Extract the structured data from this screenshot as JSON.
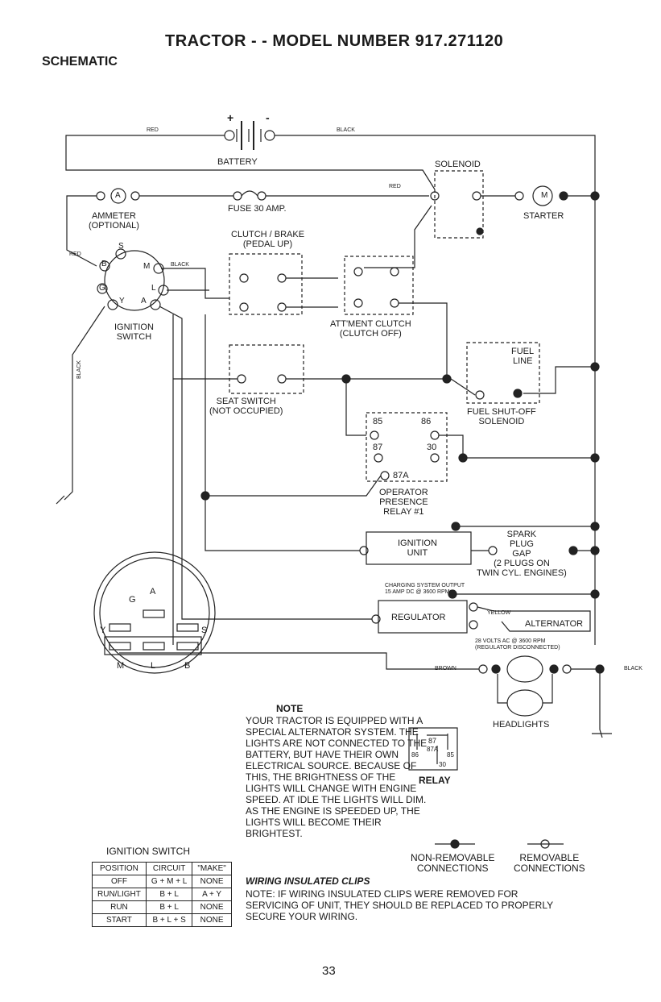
{
  "header": {
    "title": "TRACTOR - - MODEL NUMBER 917.271120",
    "subtitle": "SCHEMATIC"
  },
  "components": {
    "battery": "BATTERY",
    "plus": "+",
    "minus": "-",
    "wire_red": "RED",
    "wire_black": "BLACK",
    "wire_brown": "BROWN",
    "wire_yellow": "YELLOW",
    "fuse": "FUSE 30 AMP.",
    "ammeter": [
      "AMMETER",
      "(OPTIONAL)"
    ],
    "ammeter_letter": "A",
    "solenoid": "SOLENOID",
    "starter": "STARTER",
    "motor_letter": "M",
    "clutch_brake": [
      "CLUTCH / BRAKE",
      "(PEDAL UP)"
    ],
    "attment_clutch": [
      "ATT'MENT CLUTCH",
      "(CLUTCH OFF)"
    ],
    "ignition_switch": [
      "IGNITION",
      "SWITCH"
    ],
    "ign_terminals": [
      "B",
      "S",
      "M",
      "G",
      "L",
      "Y",
      "A"
    ],
    "fuel_line": [
      "FUEL",
      "LINE"
    ],
    "fuel_solenoid": [
      "FUEL SHUT-OFF",
      "SOLENOID"
    ],
    "seat_switch": [
      "SEAT SWITCH",
      "(NOT OCCUPIED)"
    ],
    "relay_pins": [
      "85",
      "86",
      "87",
      "30",
      "87A"
    ],
    "operator_relay": [
      "OPERATOR",
      "PRESENCE",
      "RELAY #1"
    ],
    "ignition_unit": [
      "IGNITION",
      "UNIT"
    ],
    "spark_plug": [
      "SPARK",
      "PLUG",
      "GAP",
      "(2 PLUGS ON",
      "TWIN CYL. ENGINES)"
    ],
    "charging": [
      "CHARGING SYSTEM OUTPUT",
      "15 AMP DC @ 3600 RPM"
    ],
    "regulator": "REGULATOR",
    "alternator": "ALTERNATOR",
    "alt_spec": [
      "28 VOLTS AC @ 3600 RPM",
      "(REGULATOR DISCONNECTED)"
    ],
    "headlights": "HEADLIGHTS"
  },
  "switch_face": {
    "letters": [
      "G",
      "A",
      "Y",
      "S",
      "M",
      "L",
      "B"
    ],
    "label": "IGNITION SWITCH"
  },
  "relay_small": {
    "pins": [
      "87",
      "87A",
      "86",
      "85",
      "30"
    ],
    "label": "RELAY"
  },
  "legend": {
    "non_removable": [
      "NON-REMOVABLE",
      "CONNECTIONS"
    ],
    "removable": [
      "REMOVABLE",
      "CONNECTIONS"
    ]
  },
  "note": {
    "heading": "NOTE",
    "text": "YOUR TRACTOR IS EQUIPPED WITH A SPECIAL ALTERNATOR SYSTEM. THE LIGHTS ARE NOT CONNECTED TO THE BATTERY, BUT HAVE THEIR OWN ELECTRICAL SOURCE. BECAUSE OF THIS, THE BRIGHTNESS OF THE LIGHTS WILL CHANGE WITH ENGINE SPEED. AT IDLE THE LIGHTS WILL DIM. AS THE ENGINE IS SPEEDED UP, THE LIGHTS WILL BECOME THEIR BRIGHTEST."
  },
  "wiring": {
    "heading": "WIRING INSULATED CLIPS",
    "text": "NOTE: IF WIRING INSULATED CLIPS WERE REMOVED FOR SERVICING OF UNIT, THEY SHOULD BE REPLACED TO PROPERLY SECURE YOUR WIRING."
  },
  "switch_table": {
    "headers": [
      "POSITION",
      "CIRCUIT",
      "\"MAKE\""
    ],
    "rows": [
      [
        "OFF",
        "G + M + L",
        "NONE"
      ],
      [
        "RUN/LIGHT",
        "B + L",
        "A + Y"
      ],
      [
        "RUN",
        "B + L",
        "NONE"
      ],
      [
        "START",
        "B + L + S",
        "NONE"
      ]
    ]
  },
  "page_number": "33"
}
